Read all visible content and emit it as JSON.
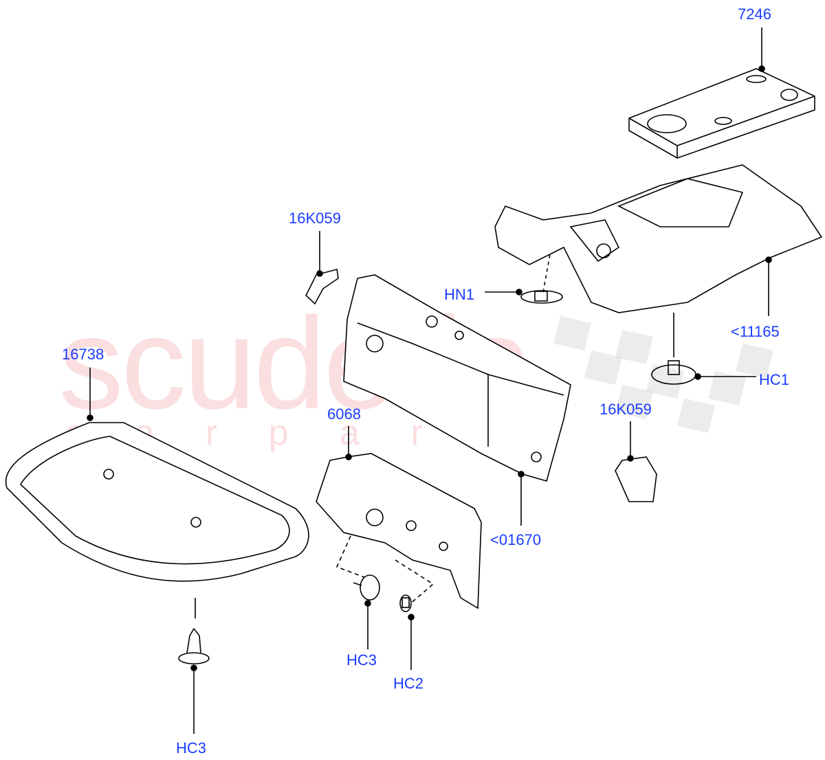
{
  "watermark": {
    "brand": "scuderia",
    "sub": "c a r   p a r t s"
  },
  "colors": {
    "label": "#1a3cff",
    "line": "#000000",
    "watermark": "#f0a0a5"
  },
  "callouts": [
    {
      "id": "7246",
      "text": "7246"
    },
    {
      "id": "16K059-top",
      "text": "16K059"
    },
    {
      "id": "HN1",
      "text": "HN1"
    },
    {
      "id": "11165",
      "text": "<11165"
    },
    {
      "id": "HC1",
      "text": "HC1"
    },
    {
      "id": "16738",
      "text": "16738"
    },
    {
      "id": "6068",
      "text": "6068"
    },
    {
      "id": "16K059-right",
      "text": "16K059"
    },
    {
      "id": "01670",
      "text": "<01670"
    },
    {
      "id": "HC3-mid",
      "text": "HC3"
    },
    {
      "id": "HC2",
      "text": "HC2"
    },
    {
      "id": "HC3-bottom",
      "text": "HC3"
    }
  ]
}
